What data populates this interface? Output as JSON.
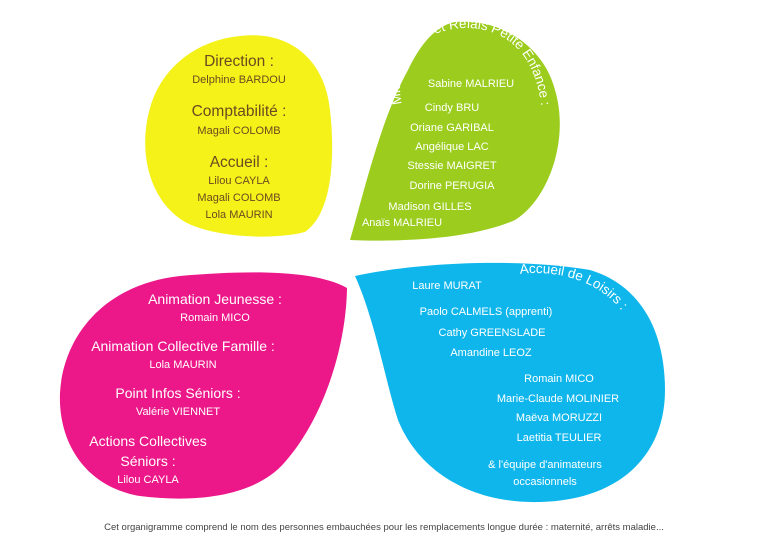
{
  "colors": {
    "yellow": "#f5f21a",
    "green": "#9ccd1e",
    "pink": "#ec1788",
    "cyan": "#0fb6ec",
    "dark_text": "#6a4a20",
    "white_text": "#ffffff"
  },
  "yellow": {
    "direction_title": "Direction :",
    "direction_name": "Delphine BARDOU",
    "compta_title": "Comptabilité :",
    "compta_name": "Magali COLOMB",
    "accueil_title": "Accueil :",
    "accueil_names": [
      "Lilou CAYLA",
      "Magali COLOMB",
      "Lola MAURIN"
    ]
  },
  "green": {
    "title": "Micro-Crèche et Relais Petite Enfance :",
    "names": [
      "Sabine MALRIEU",
      "Cindy BRU",
      "Oriane GARIBAL",
      "Angélique LAC",
      "Stessie MAIGRET",
      "Dorine PERUGIA",
      "Madison GILLES",
      "Anaïs MALRIEU"
    ]
  },
  "pink": {
    "jeunesse_title": "Animation Jeunesse :",
    "jeunesse_name": "Romain MICO",
    "famille_title": "Animation Collective Famille :",
    "famille_name": "Lola MAURIN",
    "seniors_title": "Point Infos Séniors :",
    "seniors_name": "Valérie VIENNET",
    "actions_title_1": "Actions Collectives",
    "actions_title_2": "Séniors :",
    "actions_name": "Lilou CAYLA"
  },
  "cyan": {
    "title": "Accueil de Loisirs :",
    "names": [
      "Laure MURAT",
      "Paolo CALMELS (apprenti)",
      "Cathy GREENSLADE",
      "Amandine LEOZ",
      "Romain MICO",
      "Marie-Claude MOLINIER",
      "Maëva MORUZZI",
      "Laetitia TEULIER"
    ],
    "occasional_1": "& l'équipe d'animateurs",
    "occasional_2": "occasionnels"
  },
  "footer": "Cet organigramme comprend le nom des personnes embauchées pour les remplacements longue durée : maternité, arrêts maladie..."
}
